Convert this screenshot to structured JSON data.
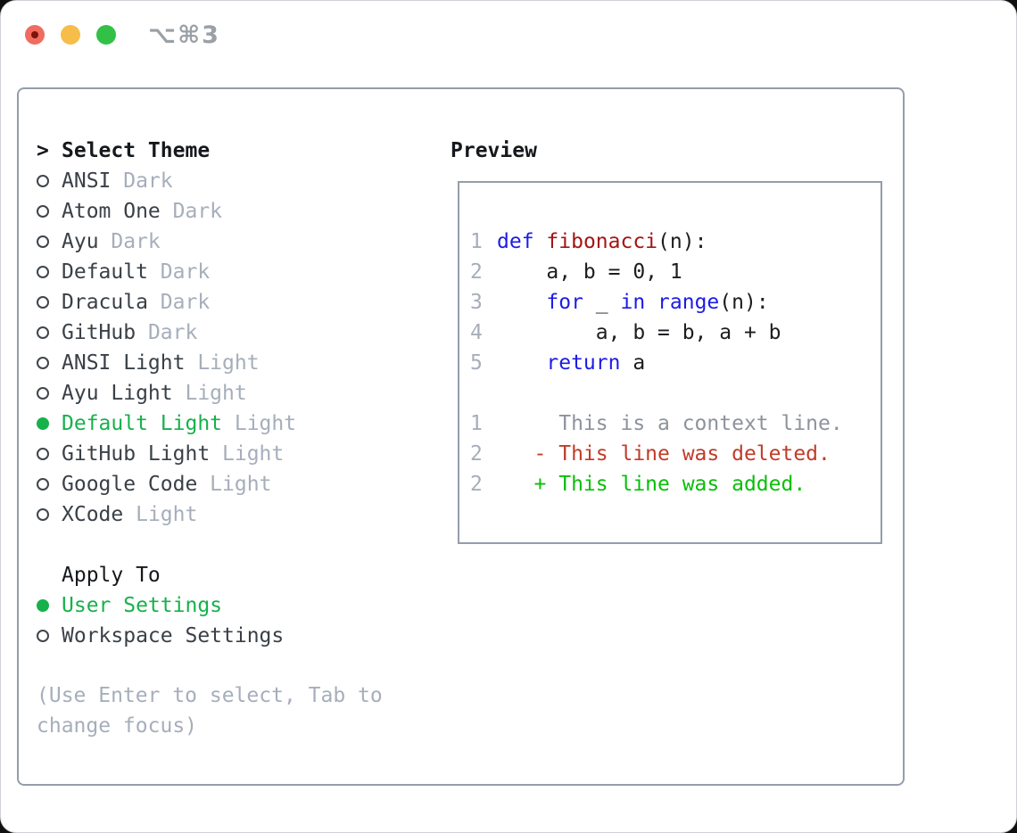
{
  "window": {
    "title": "⌥⌘3",
    "controls": [
      "close-button",
      "minimize-button",
      "zoom-button"
    ]
  },
  "theme_selector": {
    "prompt": ">",
    "heading": "Select Theme",
    "themes": [
      {
        "name": "ANSI",
        "variant": "Dark",
        "selected": false
      },
      {
        "name": "Atom One",
        "variant": "Dark",
        "selected": false
      },
      {
        "name": "Ayu",
        "variant": "Dark",
        "selected": false
      },
      {
        "name": "Default",
        "variant": "Dark",
        "selected": false
      },
      {
        "name": "Dracula",
        "variant": "Dark",
        "selected": false
      },
      {
        "name": "GitHub",
        "variant": "Dark",
        "selected": false
      },
      {
        "name": "ANSI Light",
        "variant": "Light",
        "selected": false
      },
      {
        "name": "Ayu Light",
        "variant": "Light",
        "selected": false
      },
      {
        "name": "Default Light",
        "variant": "Light",
        "selected": true
      },
      {
        "name": "GitHub Light",
        "variant": "Light",
        "selected": false
      },
      {
        "name": "Google Code",
        "variant": "Light",
        "selected": false
      },
      {
        "name": "XCode",
        "variant": "Light",
        "selected": false
      }
    ],
    "apply_to": {
      "heading": "Apply To",
      "options": [
        {
          "label": "User Settings",
          "selected": true
        },
        {
          "label": "Workspace Settings",
          "selected": false
        }
      ]
    },
    "hint": "(Use Enter to select, Tab to change focus)"
  },
  "preview": {
    "heading": "Preview",
    "code_lines": [
      {
        "num": "1",
        "tokens": [
          [
            "kw",
            "def"
          ],
          [
            "fg",
            " "
          ],
          [
            "fn",
            "fibonacci"
          ],
          [
            "fg",
            "(n):"
          ]
        ]
      },
      {
        "num": "2",
        "tokens": [
          [
            "fg",
            "    a, b = 0, 1"
          ]
        ]
      },
      {
        "num": "3",
        "tokens": [
          [
            "fg",
            "    "
          ],
          [
            "kw",
            "for"
          ],
          [
            "fg",
            " _ "
          ],
          [
            "kw",
            "in"
          ],
          [
            "fg",
            " "
          ],
          [
            "kw",
            "range"
          ],
          [
            "fg",
            "(n):"
          ]
        ]
      },
      {
        "num": "4",
        "tokens": [
          [
            "fg",
            "        a, b = b, a + b"
          ]
        ]
      },
      {
        "num": "5",
        "tokens": [
          [
            "fg",
            "    "
          ],
          [
            "kw",
            "return"
          ],
          [
            "fg",
            " a"
          ]
        ]
      },
      {
        "num": "",
        "tokens": []
      },
      {
        "num": "1",
        "tokens": [
          [
            "ctx",
            "     This is a context line."
          ]
        ]
      },
      {
        "num": "2",
        "tokens": [
          [
            "del",
            "   - This line was deleted."
          ]
        ]
      },
      {
        "num": "2",
        "tokens": [
          [
            "add",
            "   + This line was added."
          ]
        ]
      }
    ]
  },
  "colors": {
    "selected_green": "#17b14b",
    "added_green": "#0abe0a",
    "deleted_red": "#c23b28",
    "keyword_blue": "#1d1ce6",
    "function_red": "#a31515",
    "muted_gray": "#a6aebb",
    "context_gray": "#8d939b",
    "text_dark": "#3a4047",
    "heading_black": "#15181c",
    "panel_border": "#949dab",
    "traffic_red": "#ef6d60",
    "traffic_yellow": "#f6bd4a",
    "traffic_green": "#32c146",
    "title_gray": "#9aa0a6"
  }
}
